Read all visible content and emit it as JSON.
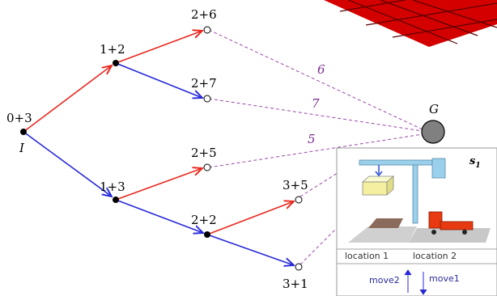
{
  "nodes": {
    "root": {
      "value": "0+3",
      "sub": "I"
    },
    "n12": {
      "value": "1+2"
    },
    "n13": {
      "value": "1+3"
    },
    "n26": {
      "value": "2+6"
    },
    "n27": {
      "value": "2+7"
    },
    "n25": {
      "value": "2+5"
    },
    "n22": {
      "value": "2+2"
    },
    "n35": {
      "value": "3+5"
    },
    "n31": {
      "value": "3+1"
    }
  },
  "goal": {
    "label": "G"
  },
  "heuristic_costs": [
    "6",
    "7",
    "5"
  ],
  "scene": {
    "state_label": "s",
    "state_subscript": "1",
    "location1": "location 1",
    "location2": "location 2",
    "move2": "move2",
    "move1": "move1"
  },
  "colors": {
    "red_edge": "#e8281e",
    "blue_edge": "#2828d8",
    "dashed": "#9a4aa8",
    "goal_fill": "#808080",
    "grid_red": "#d40000",
    "crane_blue": "#9ad0ec",
    "box_yellow": "#f4f0a0",
    "truck_orange": "#e83a10"
  }
}
